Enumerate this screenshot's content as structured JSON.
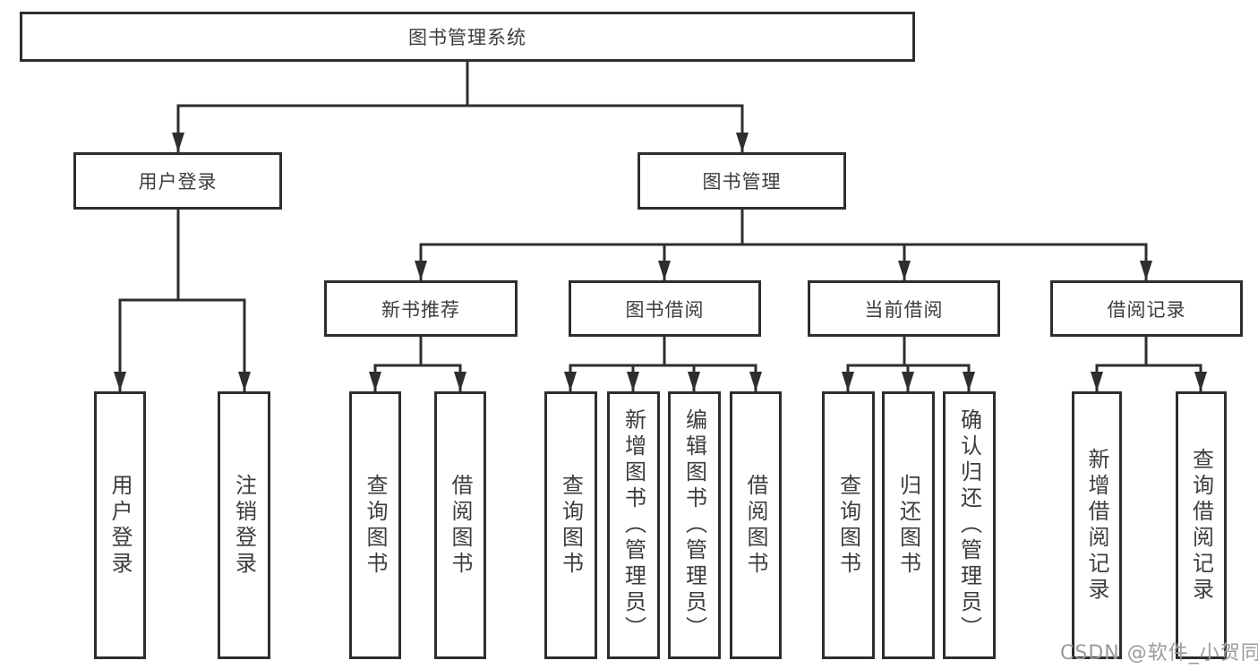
{
  "diagram_title": "图书管理系统",
  "tree": {
    "label": "图书管理系统",
    "children": [
      {
        "label": "用户登录",
        "children": [
          {
            "label": "用户登录"
          },
          {
            "label": "注销登录"
          }
        ]
      },
      {
        "label": "图书管理",
        "children": [
          {
            "label": "新书推荐",
            "children": [
              {
                "label": "查询图书"
              },
              {
                "label": "借阅图书"
              }
            ]
          },
          {
            "label": "图书借阅",
            "children": [
              {
                "label": "查询图书"
              },
              {
                "label": "新增图书（管理员）"
              },
              {
                "label": "编辑图书（管理员）"
              },
              {
                "label": "借阅图书"
              }
            ]
          },
          {
            "label": "当前借阅",
            "children": [
              {
                "label": "查询图书"
              },
              {
                "label": "归还图书"
              },
              {
                "label": "确认归还（管理员）"
              }
            ]
          },
          {
            "label": "借阅记录",
            "children": [
              {
                "label": "新增借阅记录"
              },
              {
                "label": "查询借阅记录"
              }
            ]
          }
        ]
      }
    ]
  },
  "watermark": {
    "text": "CSDN @软件_小贺同学",
    "color": "#9b9b9b"
  },
  "colors": {
    "line": "#2e2e2e",
    "box_border": "#2e2e2e",
    "box_fill": "#ffffff",
    "text": "#3d3d3d",
    "background": "#ffffff"
  }
}
